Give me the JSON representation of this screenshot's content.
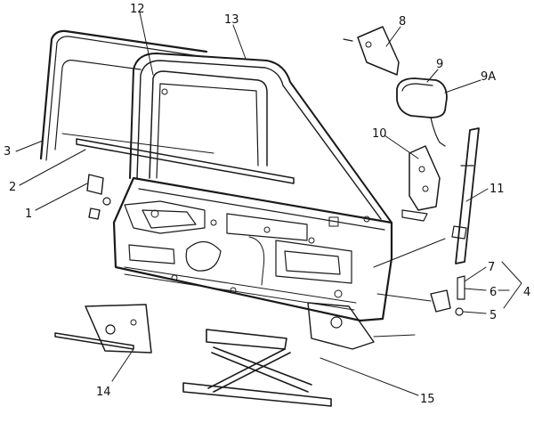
{
  "diagram": {
    "callouts": [
      {
        "id": "c1",
        "text": "1"
      },
      {
        "id": "c2",
        "text": "2"
      },
      {
        "id": "c3",
        "text": "3"
      },
      {
        "id": "c4",
        "text": "4"
      },
      {
        "id": "c5",
        "text": "5"
      },
      {
        "id": "c6",
        "text": "6"
      },
      {
        "id": "c7",
        "text": "7"
      },
      {
        "id": "c8",
        "text": "8"
      },
      {
        "id": "c9",
        "text": "9"
      },
      {
        "id": "c9a",
        "text": "9A"
      },
      {
        "id": "c10",
        "text": "10"
      },
      {
        "id": "c11",
        "text": "11"
      },
      {
        "id": "c12",
        "text": "12"
      },
      {
        "id": "c13",
        "text": "13"
      },
      {
        "id": "c14",
        "text": "14"
      },
      {
        "id": "c15",
        "text": "15"
      }
    ]
  }
}
